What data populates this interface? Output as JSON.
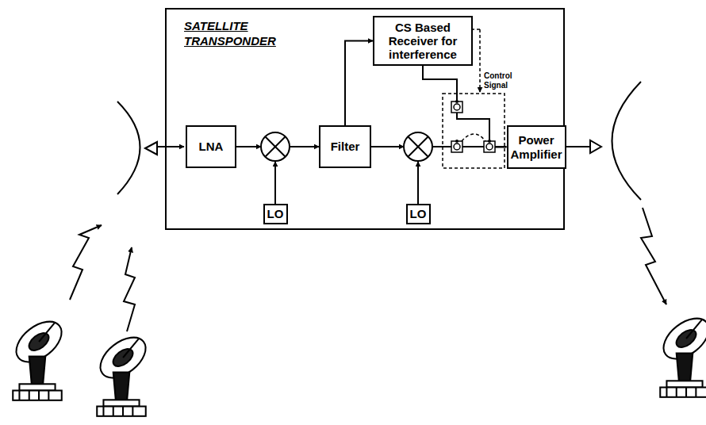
{
  "diagram": {
    "nodes": [
      {
        "text": [
          "SATELLITE TRANSPONDER"
        ]
      },
      {
        "text": [
          "CS Based Receiver for interference"
        ],
        "in": 0
      },
      {
        "text": [
          "LNA"
        ],
        "in": 0
      },
      {
        "text": [
          "Filter"
        ],
        "in": 0
      },
      {
        "text": [
          "Power Amplifier"
        ],
        "in": 0
      },
      {
        "text": [
          "LO"
        ],
        "in": 0
      },
      {
        "text": [
          "LO"
        ],
        "in": 0
      }
    ],
    "edges": [
      {
        "from": 2,
        "to": 3,
        "arrow": "to"
      },
      {
        "from": 3,
        "to": 1,
        "arrow": "to"
      },
      {
        "from": 3,
        "to": 4,
        "arrow": "none"
      },
      {
        "from": 1,
        "to": 4,
        "arrow": "none"
      }
    ],
    "labels": [
      "Control Signal"
    ]
  }
}
